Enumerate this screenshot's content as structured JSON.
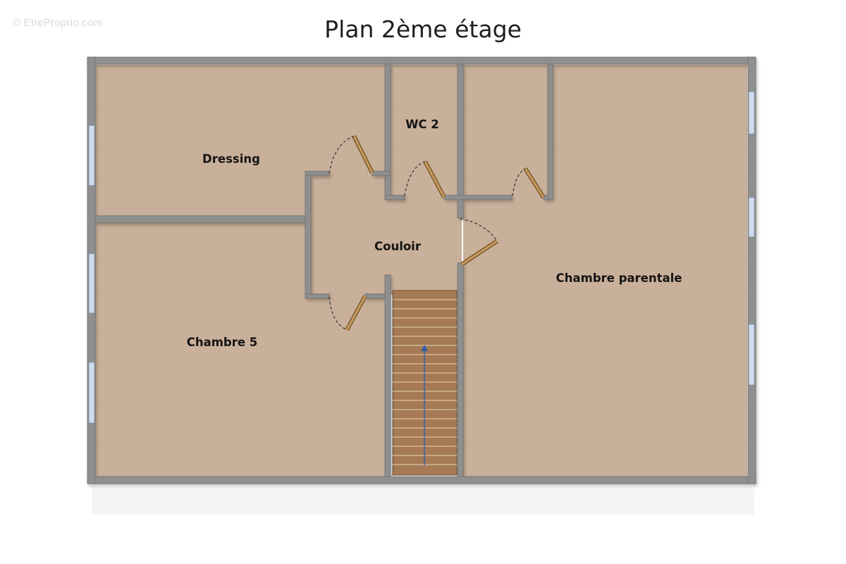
{
  "watermark": "© EtreProprio.com",
  "title": "Plan 2ème étage",
  "rooms": {
    "dressing": "Dressing",
    "wc2": "WC 2",
    "couloir": "Couloir",
    "chambre5": "Chambre 5",
    "chambre_parentale": "Chambre parentale"
  },
  "colors": {
    "floor": "#c9b09a",
    "wall": "#8f8f8f",
    "door": "#9b7745",
    "stairs": "#a57a55",
    "window": "#bfd1e6"
  }
}
